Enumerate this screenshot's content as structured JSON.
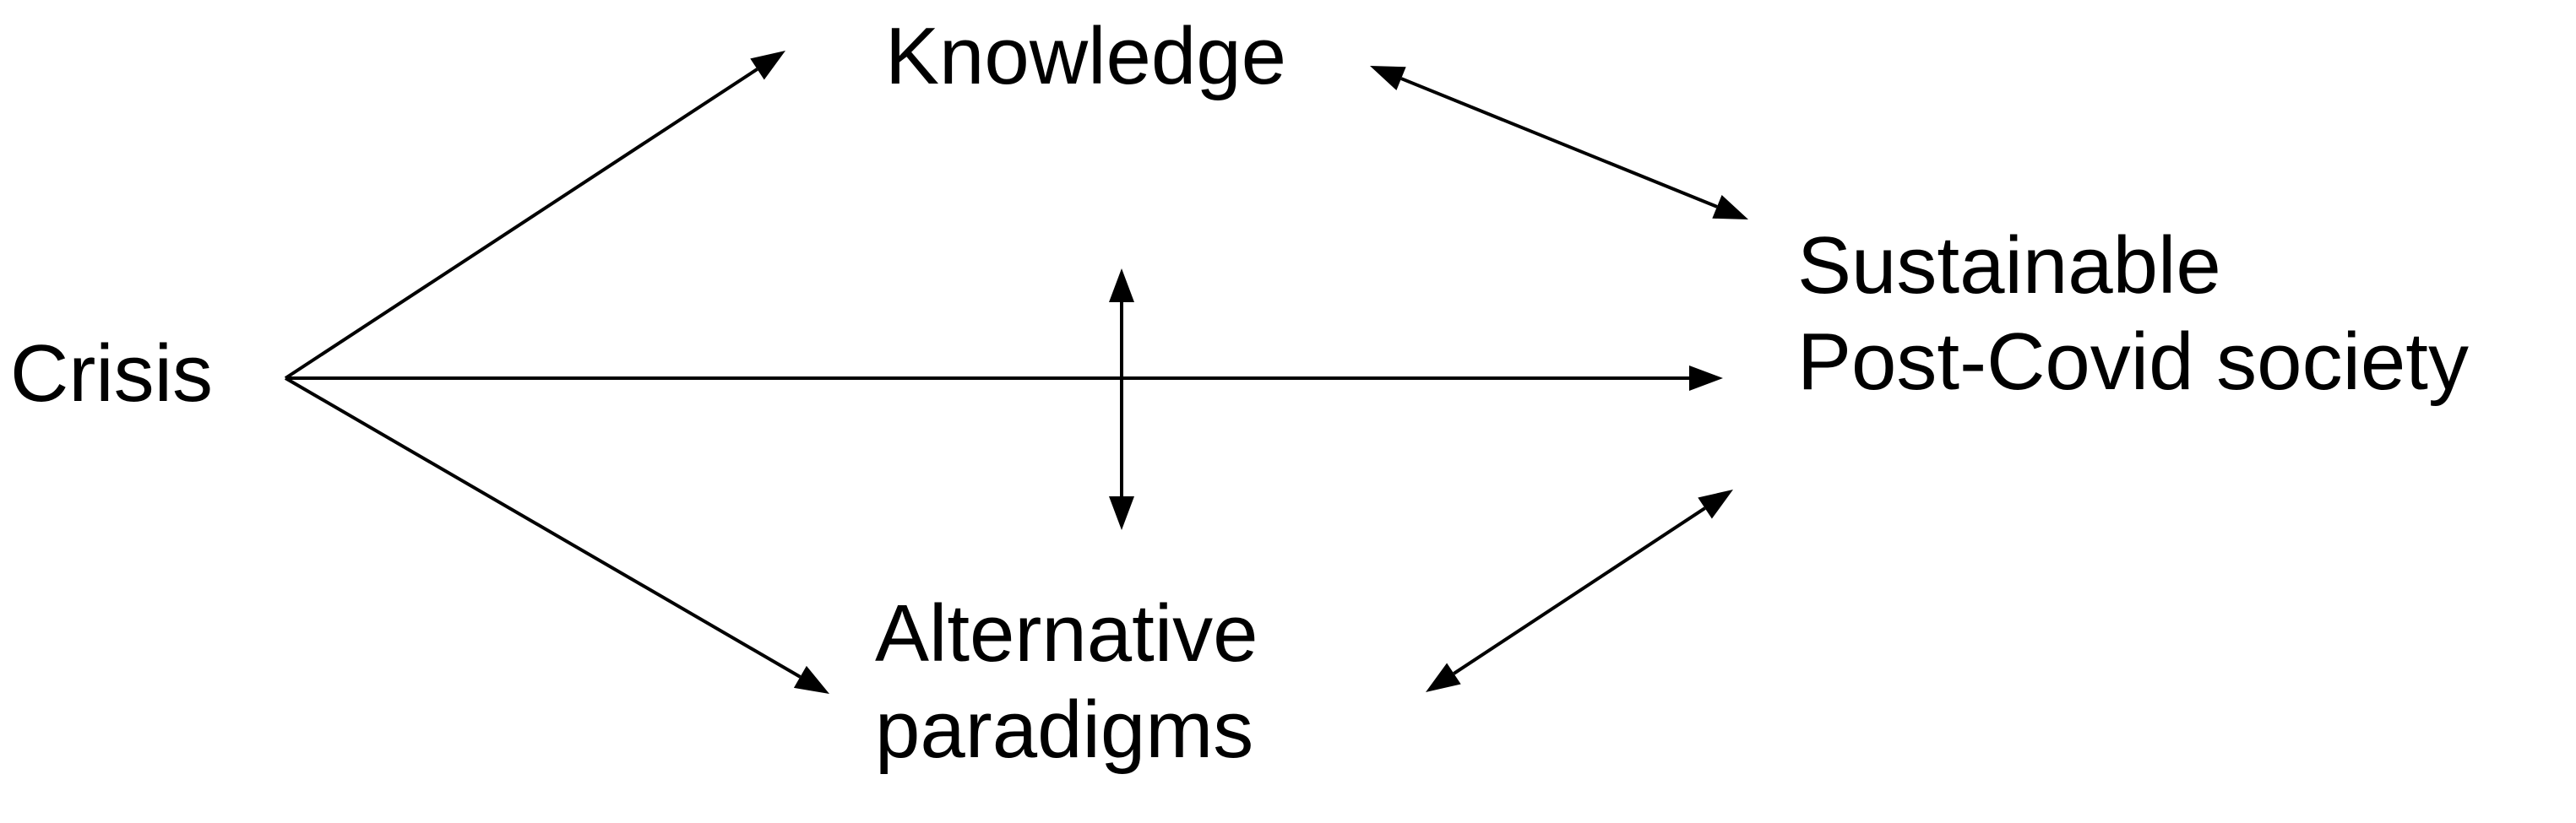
{
  "nodes": {
    "crisis": {
      "lines": [
        "Crisis"
      ]
    },
    "knowledge": {
      "lines": [
        "Knowledge"
      ]
    },
    "sustainable_society": {
      "lines": [
        "Sustainable",
        "Post-Covid society"
      ]
    },
    "alternative_paradigms": {
      "lines": [
        "Alternative",
        "paradigms"
      ]
    }
  },
  "edges": [
    {
      "from": "Crisis",
      "to": "Knowledge",
      "direction": "forward"
    },
    {
      "from": "Crisis",
      "to": "Sustainable Post-Covid society",
      "direction": "forward"
    },
    {
      "from": "Crisis",
      "to": "Alternative paradigms",
      "direction": "forward"
    },
    {
      "from": "Knowledge",
      "to": "Sustainable Post-Covid society",
      "direction": "both"
    },
    {
      "from": "Alternative paradigms",
      "to": "Sustainable Post-Covid society",
      "direction": "both"
    },
    {
      "from": "Knowledge",
      "to": "Alternative paradigms",
      "direction": "both"
    }
  ],
  "colors": {
    "line": "#000000",
    "text": "#000000",
    "background": "#ffffff"
  }
}
